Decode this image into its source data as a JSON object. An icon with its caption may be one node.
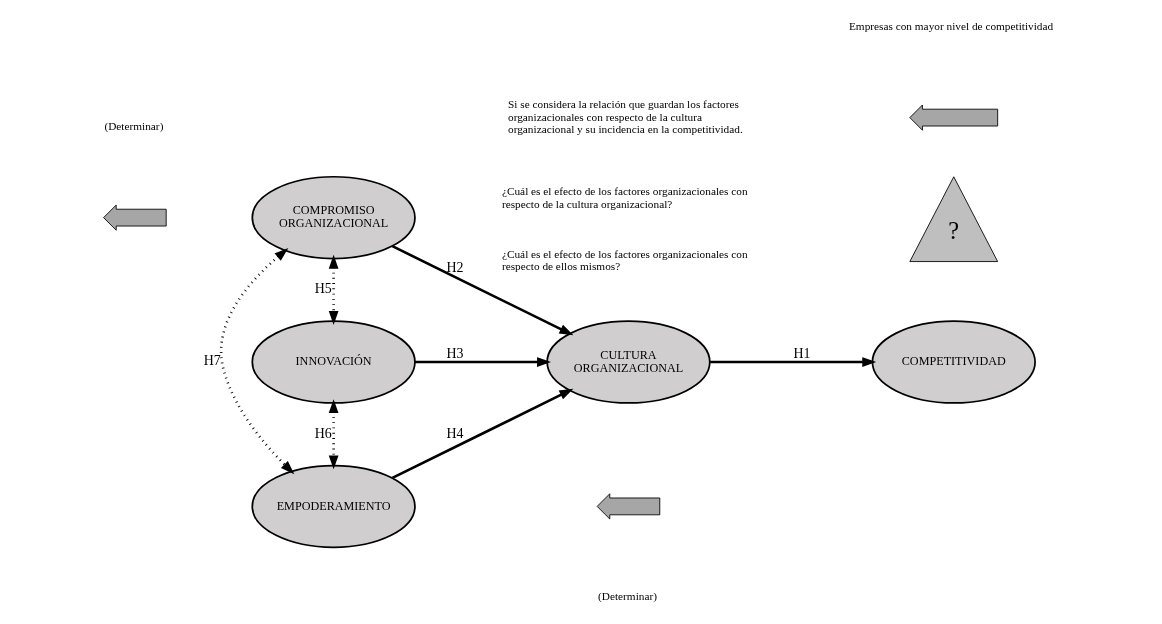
{
  "diagram": {
    "nodes": [
      {
        "text": [
          "COMPROMISO ORGANIZACIONAL"
        ]
      },
      {
        "text": [
          "INNOVACIÓN"
        ]
      },
      {
        "text": [
          "EMPODERAMIENTO"
        ]
      },
      {
        "text": [
          "CULTURA ORGANIZACIONAL"
        ]
      },
      {
        "text": [
          "COMPETITIVIDAD"
        ]
      },
      {
        "text": [
          "?"
        ]
      },
      {
        "text": [],
        "shape": "arrow"
      },
      {
        "text": [],
        "shape": "arrow"
      },
      {
        "text": [],
        "shape": "arrow"
      }
    ],
    "edges": [
      {
        "from": 0,
        "to": 3,
        "arrow": "to",
        "label": "H2"
      },
      {
        "from": 1,
        "to": 3,
        "arrow": "to",
        "label": "H3"
      },
      {
        "from": 2,
        "to": 3,
        "arrow": "to",
        "label": "H4"
      },
      {
        "from": 3,
        "to": 4,
        "arrow": "to",
        "label": "H1"
      },
      {
        "from": 0,
        "to": 1,
        "arrow": "both",
        "label": "H5",
        "style": "dashed"
      },
      {
        "from": 1,
        "to": 2,
        "arrow": "both",
        "label": "H6",
        "style": "dashed"
      },
      {
        "from": 0,
        "to": 2,
        "arrow": "both",
        "label": "H7",
        "style": "dashed"
      }
    ],
    "labels": [
      "¿Cuál es el efecto de los factores organizacionales con respecto de la cultura organizacional?",
      "¿Cuál es el efecto de los factores organizacionales con respecto de ellos mismos?",
      "(Determinar)",
      "Si se considera la relación que guardan los factores organizacionales con respecto de la cultura organizacional y su incidencia en la competitividad.",
      "(Determinar)",
      "Empresas con mayor nivel de competitividad"
    ]
  }
}
